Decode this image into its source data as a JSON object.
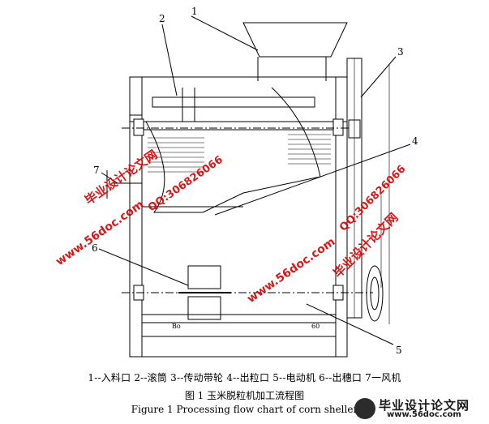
{
  "figure": {
    "legend_text": "1--入料口    2--滚筒    3--传动带轮  4--出粒口    5--电动机    6--出穗口    7一风机",
    "caption_cn": "图 1    玉米脱粒机加工流程图",
    "caption_en": "Figure 1 Processing flow chart of corn sheller"
  },
  "callouts": [
    "1",
    "2",
    "3",
    "4",
    "5",
    "6",
    "7"
  ],
  "dimensions": [
    "Bo",
    "60"
  ],
  "watermarks": {
    "site_cn": "毕业设计论文网",
    "site_url": "www.56doc.com",
    "qq": "QQ:306826066"
  },
  "logo": {
    "name": "毕业设计论文网",
    "url": "www.56doc.com"
  },
  "colors": {
    "line": "#000000",
    "watermark": "#d40000"
  }
}
